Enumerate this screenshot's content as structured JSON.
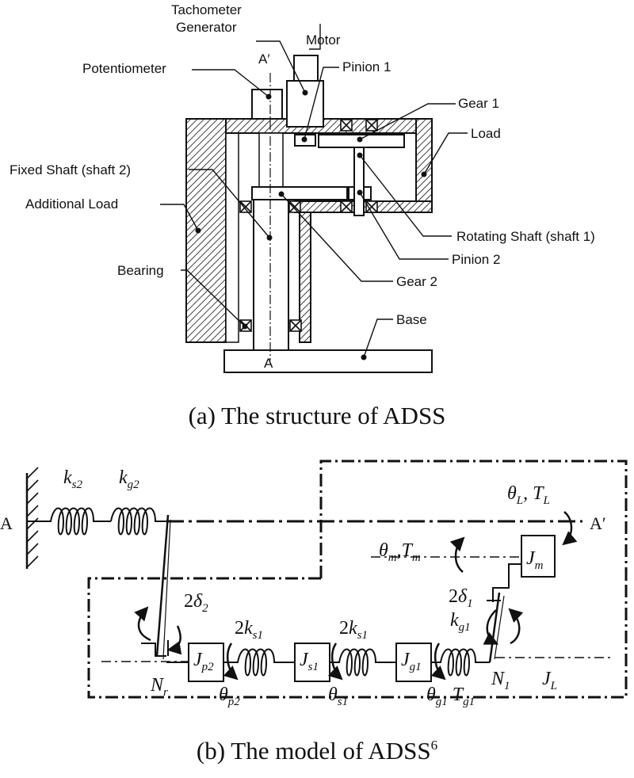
{
  "panel_a": {
    "labels": {
      "tachometer_line1": "Tachometer",
      "tachometer_line2": "Generator",
      "motor": "Motor",
      "a_prime": "A′",
      "potentiometer": "Potentiometer",
      "pinion1": "Pinion 1",
      "gear1": "Gear 1",
      "load": "Load",
      "fixed_shaft": "Fixed Shaft (shaft 2)",
      "additional_load": "Additional Load",
      "rotating_shaft": "Rotating Shaft (shaft 1)",
      "pinion2": "Pinion 2",
      "bearing": "Bearing",
      "gear2": "Gear 2",
      "base": "Base",
      "a": "A"
    },
    "caption": "(a) The structure of ADSS"
  },
  "panel_b": {
    "ends": {
      "left": "A",
      "right": "A′"
    },
    "symbols": {
      "ks2": {
        "base": "k",
        "sub": "s2"
      },
      "kg2": {
        "base": "k",
        "sub": "g2"
      },
      "theta_L": {
        "base": "θ",
        "sub": "L"
      },
      "T_L": {
        "base": "T",
        "sub": "L"
      },
      "theta_m": {
        "base": "θ",
        "sub": "m"
      },
      "T_m": {
        "base": "T",
        "sub": "m"
      },
      "J_m": {
        "base": "J",
        "sub": "m"
      },
      "two_delta2": {
        "pre": "2",
        "base": "δ",
        "sub": "2"
      },
      "two_delta1": {
        "pre": "2",
        "base": "δ",
        "sub": "1"
      },
      "two_ks1_a": {
        "pre": "2",
        "base": "k",
        "sub": "s1"
      },
      "two_ks1_b": {
        "pre": "2",
        "base": "k",
        "sub": "s1"
      },
      "kg1": {
        "base": "k",
        "sub": "g1"
      },
      "J_p2": {
        "base": "J",
        "sub": "p2"
      },
      "J_s1": {
        "base": "J",
        "sub": "s1"
      },
      "J_g1": {
        "base": "J",
        "sub": "g1"
      },
      "N_r": {
        "base": "N",
        "sub": "r"
      },
      "theta_p2": {
        "base": "θ",
        "sub": "p2"
      },
      "theta_s1": {
        "base": "θ",
        "sub": "s1"
      },
      "theta_g1": {
        "base": "θ",
        "sub": "g1"
      },
      "T_g1": {
        "base": "T",
        "sub": "g1"
      },
      "N_1": {
        "base": "N",
        "sub": "1"
      },
      "J_L": {
        "base": "J",
        "sub": "L"
      }
    },
    "caption": {
      "text": "(b) The model of ADSS",
      "sup": "6"
    }
  }
}
